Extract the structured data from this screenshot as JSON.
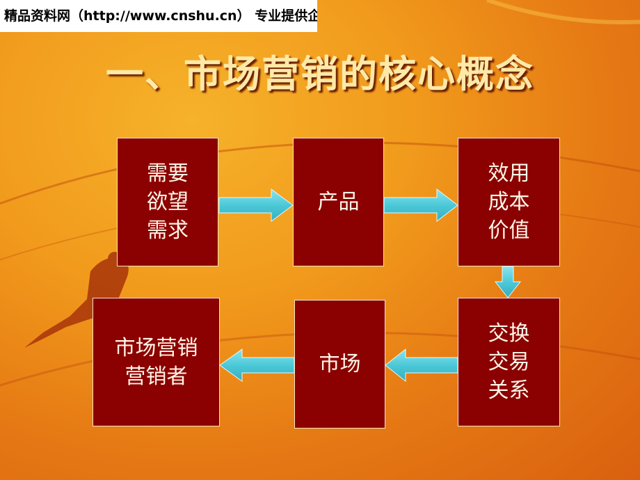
{
  "banner": {
    "text": "精品资料网（http://www.cnshu.cn） 专业提供企管培训资料"
  },
  "title": "一、市场营销的核心概念",
  "boxes": {
    "needs": {
      "lines": [
        "需要",
        "欲望",
        "需求"
      ]
    },
    "product": {
      "lines": [
        "产品"
      ]
    },
    "value": {
      "lines": [
        "效用",
        "成本",
        "价值"
      ]
    },
    "exchange": {
      "lines": [
        "交换",
        "交易",
        "关系"
      ]
    },
    "market": {
      "lines": [
        "市场"
      ]
    },
    "marketing": {
      "lines": [
        "市场营销",
        "营销者"
      ]
    }
  },
  "colors": {
    "box_fill": "#8b0000",
    "arrow_fill": "#4cc9d8",
    "title_text": "#ffe9a8"
  }
}
